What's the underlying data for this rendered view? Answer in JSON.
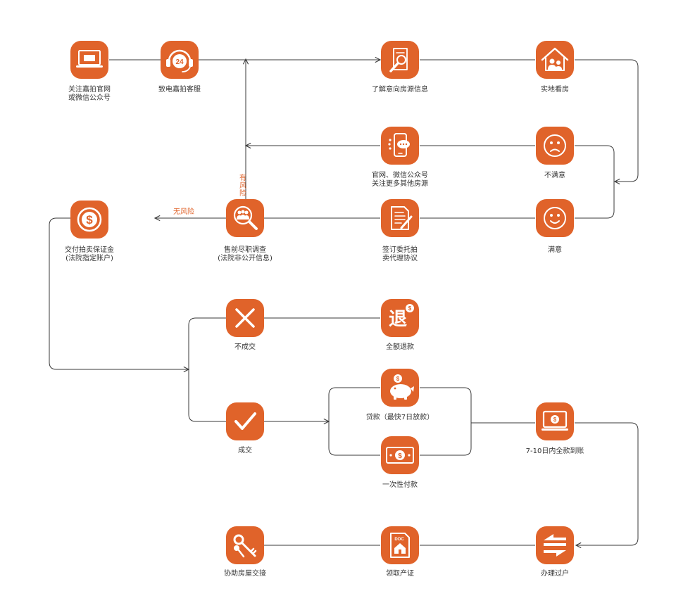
{
  "colors": {
    "node": "#e0632a",
    "line": "#3a3a3a",
    "label": "#333333",
    "risk_label": "#e0632a"
  },
  "nodes": {
    "follow": {
      "line1": "关注嘉拍官网",
      "line2": "或微信公众号",
      "icon": "laptop-icon"
    },
    "call": {
      "line1": "致电嘉拍客服",
      "icon": "headset-24-icon",
      "badge": "24"
    },
    "learn": {
      "line1": "了解意向房源信息",
      "icon": "document-search-icon"
    },
    "visit": {
      "line1": "实地看房",
      "icon": "house-people-icon"
    },
    "unsatisfied": {
      "line1": "不满意",
      "icon": "sad-face-icon"
    },
    "more": {
      "line1": "官网、微信公众号",
      "line2": "关注更多其他房源",
      "icon": "phone-chat-icon"
    },
    "satisfied": {
      "line1": "满意",
      "icon": "smile-face-icon"
    },
    "sign": {
      "line1": "签订委托拍",
      "line2": "卖代理协议",
      "icon": "contract-pen-icon"
    },
    "investigate": {
      "line1": "售前尽职调查",
      "line2": "(法院非公开信息)",
      "icon": "people-magnifier-icon"
    },
    "deposit": {
      "line1": "交付拍卖保证金",
      "line2": "(法院指定账户)",
      "icon": "dollar-coin-icon"
    },
    "no_deal": {
      "line1": "不成交",
      "icon": "cross-icon"
    },
    "refund": {
      "line1": "全额退款",
      "icon": "refund-icon",
      "glyph": "退"
    },
    "deal": {
      "line1": "成交",
      "icon": "check-icon"
    },
    "loan": {
      "line1": "贷款（最快7日放款）",
      "icon": "piggy-bank-icon"
    },
    "one_time": {
      "line1": "一次性付款",
      "icon": "banknote-icon"
    },
    "full_payment": {
      "line1": "7-10日内全款到账",
      "icon": "monitor-dollar-icon"
    },
    "transfer": {
      "line1": "办理过户",
      "icon": "transfer-arrows-icon"
    },
    "certificate": {
      "line1": "领取产证",
      "icon": "certificate-doc-icon",
      "doc_tag": "DOC"
    },
    "handover": {
      "line1": "协助房屋交接",
      "icon": "keys-icon"
    }
  },
  "edges": {
    "has_risk": "有风险",
    "no_risk": "无风险"
  }
}
